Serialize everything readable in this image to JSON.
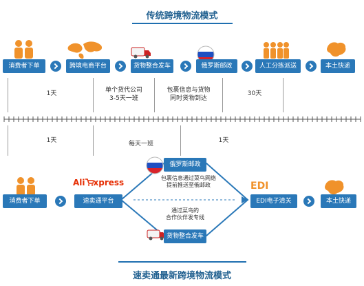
{
  "top": {
    "title": "传统跨境物流模式",
    "steps": [
      "消费者下单",
      "跨境电商平台",
      "货物整合发车",
      "俄罗斯邮政",
      "人工分拣派送",
      "本土快递"
    ],
    "durations": {
      "d1": "1天",
      "d2a": "单个货代公司",
      "d2b": "3-5天一班",
      "d3a": "包裹信息与货物",
      "d3b": "同时货物到达",
      "d4": "30天"
    }
  },
  "bottom": {
    "title": "速卖通最新跨境物流模式",
    "logo_ali": "Ali",
    "logo_express": "xpress",
    "edi_logo": "EDI",
    "durations": {
      "d1": "1天",
      "d2": "每天一班",
      "d3": "1天"
    },
    "steps": {
      "consumer": "消费者下单",
      "platform": "速卖通平台",
      "russia_post": "俄罗斯邮政",
      "consolidation": "货物整合发车",
      "edi": "EDI电子清关",
      "local": "本土快递"
    },
    "notes": {
      "upper_a": "包裹信息通过菜鸟网络",
      "upper_b": "提前推送至俄邮政",
      "lower_a": "通过菜鸟的",
      "lower_b": "合作伙伴发专线"
    }
  },
  "colors": {
    "accent": "#2a78b8",
    "icon": "#f0922b",
    "title": "#1f5f8f"
  }
}
